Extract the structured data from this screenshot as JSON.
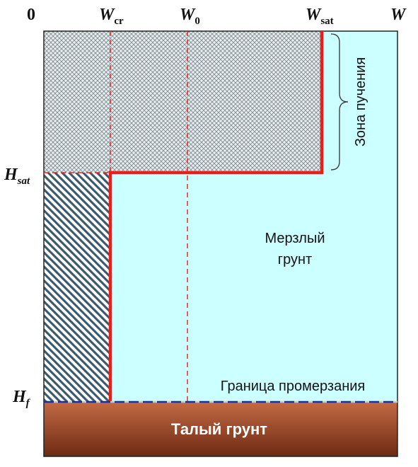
{
  "axis_top": {
    "origin": "0",
    "w_cr": {
      "main": "W",
      "sub": "cr"
    },
    "w_0": {
      "main": "W",
      "sub": "0"
    },
    "w_sat": {
      "main": "W",
      "sub": "sat"
    },
    "w_axis": "W"
  },
  "axis_left": {
    "h_sat": {
      "main": "H",
      "sub": "sat"
    },
    "h_f": {
      "main": "H",
      "sub": "f"
    }
  },
  "labels": {
    "heave_zone": "Зона пучения",
    "frozen_line1": "Мерзлый",
    "frozen_line2": "грунт",
    "freeze_boundary": "Граница промерзания",
    "thawed": "Талый грунт"
  },
  "colors": {
    "frozen_fill": "#ccffff",
    "boundary_red": "#e8201c",
    "freeze_line": "#1f2f9a",
    "thawed_top": "#c36a45",
    "thawed_bottom": "#6e2a12",
    "hatch": "#3c5a6e",
    "crosshatch": "#7a8a92"
  }
}
